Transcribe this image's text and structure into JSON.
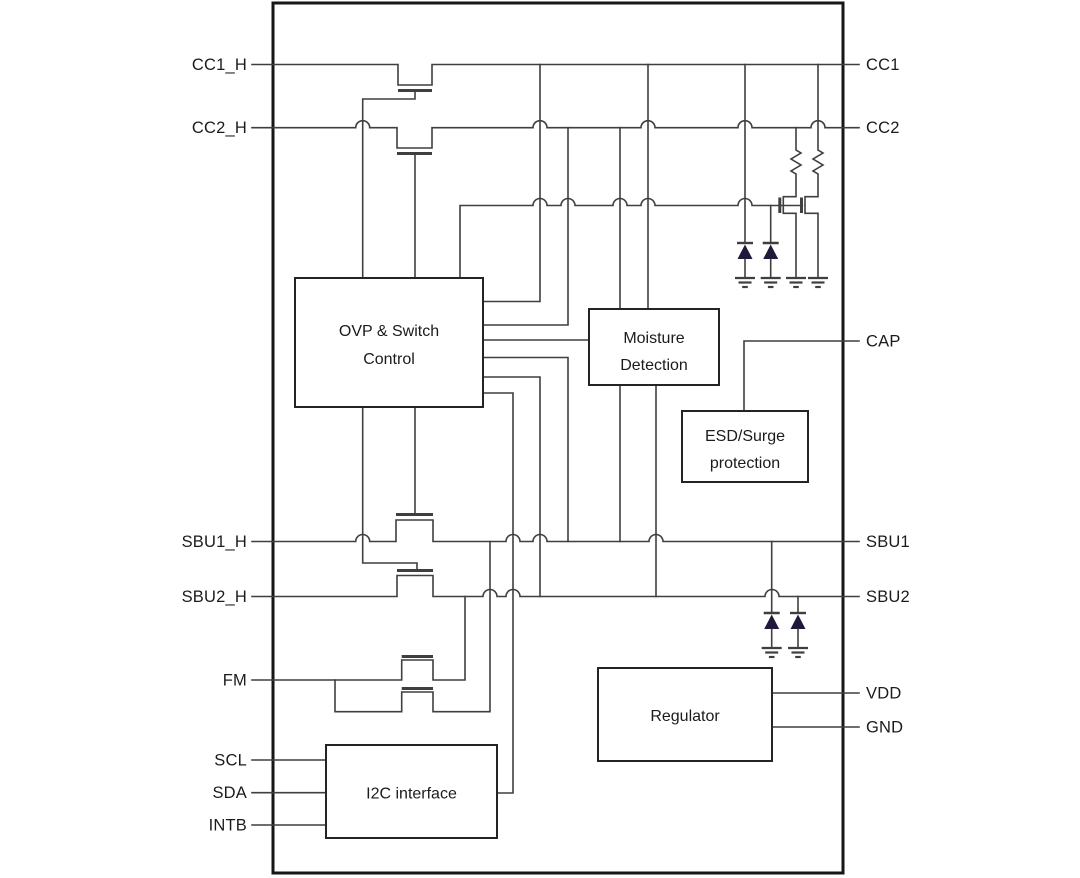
{
  "diagram": {
    "kind": "ic-functional-block-diagram",
    "blocks": {
      "ovp": {
        "line1": "OVP & Switch",
        "line2": "Control"
      },
      "moisture": {
        "line1": "Moisture",
        "line2": "Detection"
      },
      "esd": {
        "line1": "ESD/Surge",
        "line2": "protection"
      },
      "regulator": {
        "line1": "Regulator"
      },
      "i2c": {
        "line1": "I2C interface"
      }
    },
    "pins": {
      "left": [
        {
          "id": "cc1_h",
          "label": "CC1_H"
        },
        {
          "id": "cc2_h",
          "label": "CC2_H"
        },
        {
          "id": "sbu1_h",
          "label": "SBU1_H"
        },
        {
          "id": "sbu2_h",
          "label": "SBU2_H"
        },
        {
          "id": "fm",
          "label": "FM"
        },
        {
          "id": "scl",
          "label": "SCL"
        },
        {
          "id": "sda",
          "label": "SDA"
        },
        {
          "id": "intb",
          "label": "INTB"
        }
      ],
      "right": [
        {
          "id": "cc1",
          "label": "CC1"
        },
        {
          "id": "cc2",
          "label": "CC2"
        },
        {
          "id": "cap",
          "label": "CAP"
        },
        {
          "id": "sbu1",
          "label": "SBU1"
        },
        {
          "id": "sbu2",
          "label": "SBU2"
        },
        {
          "id": "vdd",
          "label": "VDD"
        },
        {
          "id": "gnd",
          "label": "GND"
        }
      ]
    },
    "colors": {
      "background": "#ffffff",
      "border": "#161616",
      "block_border": "#242424",
      "wire": "#3f3f3f",
      "text": "#1b1b1b",
      "diode_fill": "#221839"
    }
  }
}
